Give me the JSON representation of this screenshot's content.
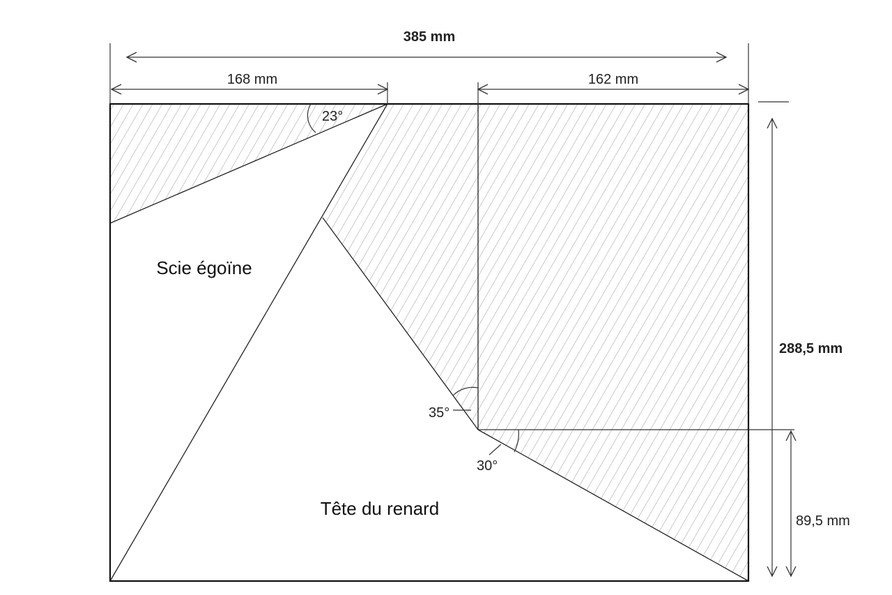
{
  "dimensions": {
    "total_width": "385 mm",
    "left_width": "168 mm",
    "right_width": "162 mm",
    "total_height": "288,5 mm",
    "lower_height": "89,5 mm"
  },
  "angles": {
    "top": "23°",
    "middle": "35°",
    "lower": "30°"
  },
  "labels": {
    "piece_saw": "Scie égoïne",
    "piece_fox": "Tête du renard"
  },
  "colors": {
    "hatch": "#9a9a9a",
    "line": "#222222"
  }
}
